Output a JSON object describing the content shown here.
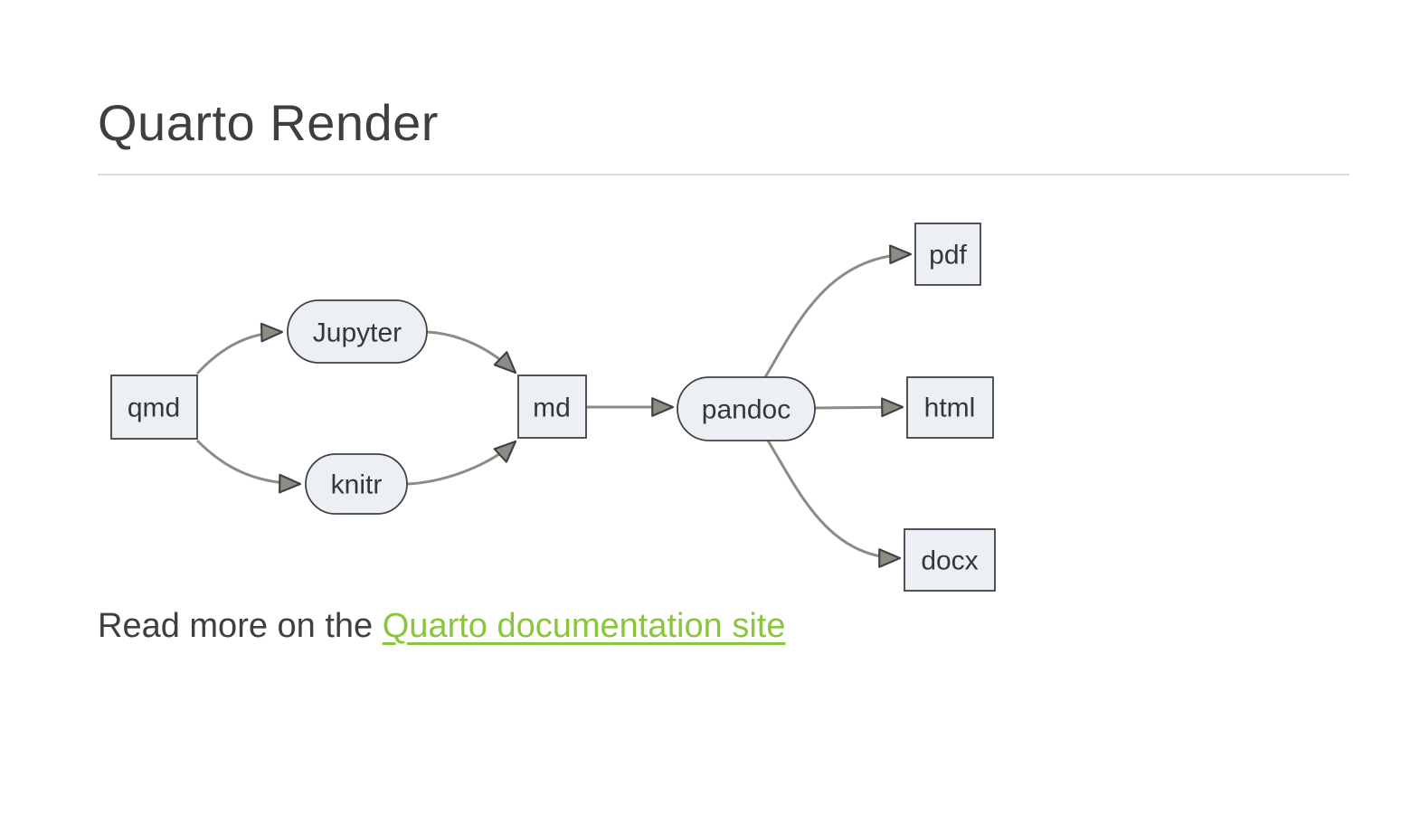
{
  "header": {
    "title": "Quarto Render"
  },
  "diagram": {
    "name": "quarto-render-flowchart",
    "nodes": [
      {
        "id": "qmd",
        "label": "qmd",
        "shape": "rect"
      },
      {
        "id": "jupyter",
        "label": "Jupyter",
        "shape": "stadium"
      },
      {
        "id": "knitr",
        "label": "knitr",
        "shape": "stadium"
      },
      {
        "id": "md",
        "label": "md",
        "shape": "rect"
      },
      {
        "id": "pandoc",
        "label": "pandoc",
        "shape": "stadium"
      },
      {
        "id": "pdf",
        "label": "pdf",
        "shape": "rect"
      },
      {
        "id": "html",
        "label": "html",
        "shape": "rect"
      },
      {
        "id": "docx",
        "label": "docx",
        "shape": "rect"
      }
    ],
    "edges": [
      {
        "from": "qmd",
        "to": "jupyter"
      },
      {
        "from": "qmd",
        "to": "knitr"
      },
      {
        "from": "jupyter",
        "to": "md"
      },
      {
        "from": "knitr",
        "to": "md"
      },
      {
        "from": "md",
        "to": "pandoc"
      },
      {
        "from": "pandoc",
        "to": "pdf"
      },
      {
        "from": "pandoc",
        "to": "html"
      },
      {
        "from": "pandoc",
        "to": "docx"
      }
    ],
    "colors": {
      "node_fill": "#ecf0f4",
      "node_border": "#3f4245",
      "edge": "#8f8b82",
      "label": "#33373a"
    }
  },
  "footer": {
    "text_before_link": "Read more on the ",
    "link_text": "Quarto documentation site",
    "link_color": "#8bc53d"
  }
}
